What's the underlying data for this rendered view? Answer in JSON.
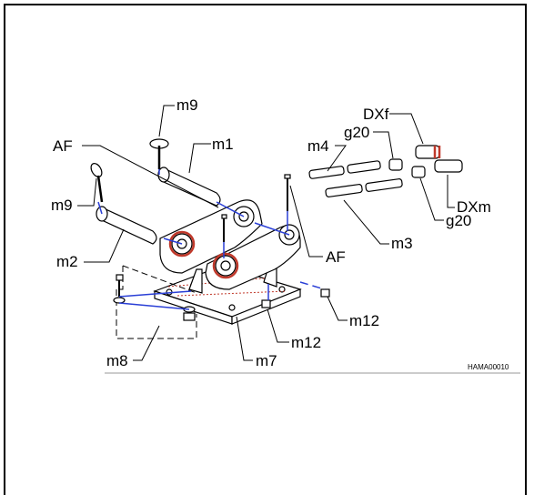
{
  "labels": {
    "m9_top": "m9",
    "m9_left": "m9",
    "m1": "m1",
    "m2": "m2",
    "af_left": "AF",
    "af_right": "AF",
    "m4": "m4",
    "m3": "m3",
    "g20_top": "g20",
    "g20_bottom": "g20",
    "dxf": "DXf",
    "dxm": "DXm",
    "m7": "m7",
    "m8": "m8",
    "m12_center": "m12",
    "m12_right": "m12"
  },
  "drawing_code": "HAMA00010"
}
